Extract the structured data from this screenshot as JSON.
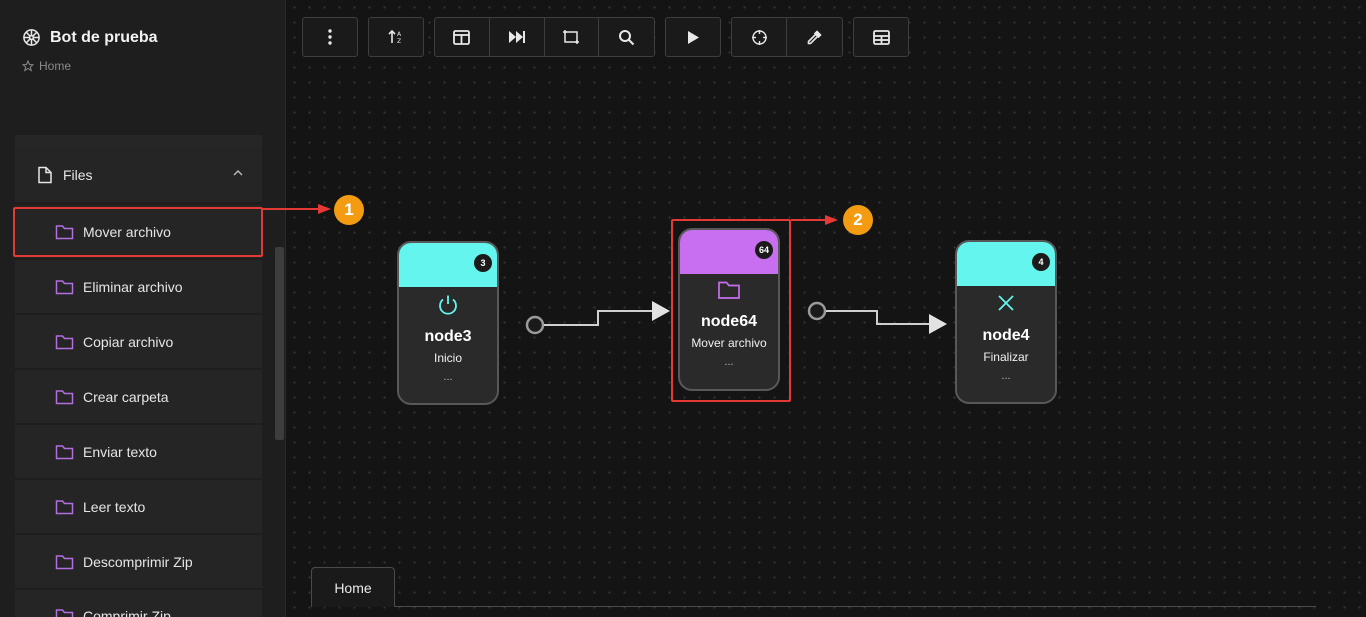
{
  "app": {
    "title": "Bot de prueba",
    "breadcrumb": "Home"
  },
  "sidebar": {
    "group_label": "Files",
    "items": [
      {
        "label": "Mover archivo"
      },
      {
        "label": "Eliminar archivo"
      },
      {
        "label": "Copiar archivo"
      },
      {
        "label": "Crear carpeta"
      },
      {
        "label": "Enviar texto"
      },
      {
        "label": "Leer texto"
      },
      {
        "label": "Descomprimir Zip"
      },
      {
        "label": "Comprimir Zip"
      }
    ]
  },
  "toolbar": {
    "icons": [
      "more-vertical-icon",
      "sort-icon",
      "layout-icon",
      "skip-forward-icon",
      "fit-view-icon",
      "search-icon",
      "play-icon",
      "crosshair-icon",
      "eyedropper-icon",
      "table-icon"
    ]
  },
  "nodes": [
    {
      "id": "node3",
      "badge": "3",
      "label": "Inicio",
      "dots": "...",
      "icon": "power-icon",
      "color": "#64f6ee"
    },
    {
      "id": "node64",
      "badge": "64",
      "label": "Mover archivo",
      "dots": "...",
      "icon": "folder-icon",
      "color": "#c86ff0"
    },
    {
      "id": "node4",
      "badge": "4",
      "label": "Finalizar",
      "dots": "...",
      "icon": "close-icon",
      "color": "#64f6ee"
    }
  ],
  "annotations": {
    "step1": "1",
    "step2": "2"
  },
  "tabs": [
    {
      "label": "Home"
    }
  ],
  "colors": {
    "accent_cyan": "#64f6ee",
    "accent_purple": "#c86ff0",
    "folder_icon": "#b36ee0",
    "highlight": "#e53935",
    "step_badge": "#f39c12"
  }
}
